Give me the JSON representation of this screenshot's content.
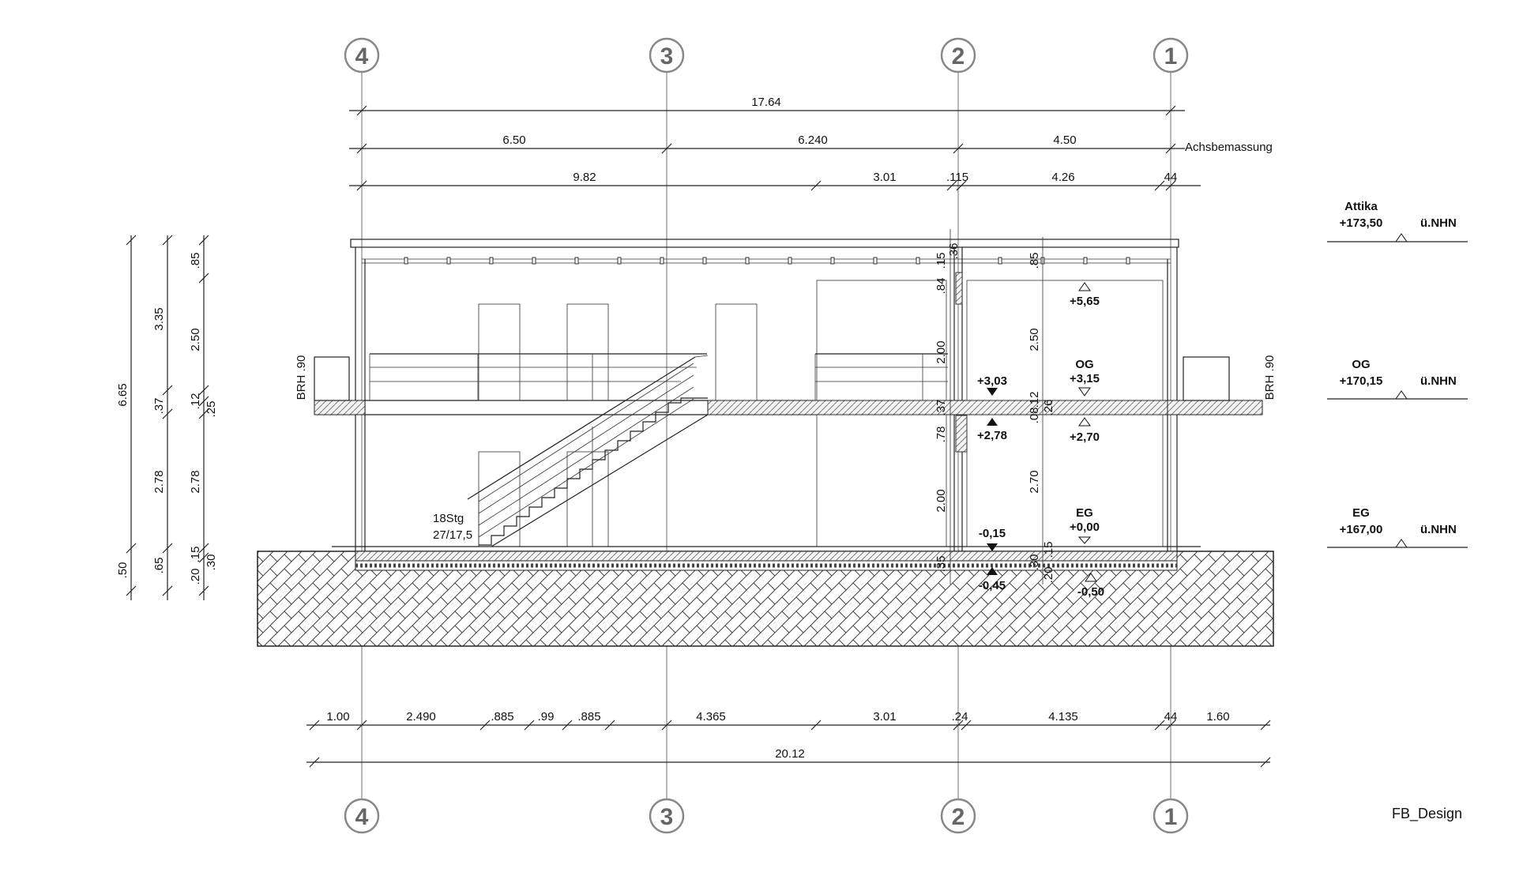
{
  "axes": [
    "4",
    "3",
    "2",
    "1"
  ],
  "top_dims": {
    "overall": "17.64",
    "axis_row": [
      "6.50",
      "6.240",
      "4.50"
    ],
    "axis_label": "Achsbemassung",
    "detail_row": [
      "9.82",
      "3.01",
      ".115",
      "4.26",
      "44"
    ]
  },
  "bottom_dims": {
    "detail_row": [
      "1.00",
      "2.490",
      ".885",
      ".99",
      ".885",
      "4.365",
      "3.01",
      ".24",
      "4.135",
      "44",
      "1.60"
    ],
    "overall": "20.12"
  },
  "left_dims": {
    "total": [
      "6.65",
      ".50"
    ],
    "mid": [
      "3.35",
      ".37",
      "2.78",
      ".65"
    ],
    "inner": [
      ".85",
      "2.50",
      ".12",
      ".25",
      "2.78",
      ".20",
      ".15",
      ".30"
    ],
    "brh": "BRH .90"
  },
  "right_brh": "BRH .90",
  "interior_dims": {
    "left_of_wall": [
      ".36",
      ".15",
      ".84",
      "2.00",
      ".37",
      ".78",
      "2.00",
      ".35"
    ],
    "right_of_wall": [
      ".85",
      "2.50",
      ".12",
      ".08",
      ".26",
      "2.70",
      ".30",
      ".15",
      ".20"
    ]
  },
  "spot_levels": [
    "+5,65",
    "+3,03",
    "+3,15",
    "+2,78",
    "+2,70",
    "-0,15",
    "+0,00",
    "-0,45",
    "-0,50"
  ],
  "floor_names": [
    "OG",
    "EG"
  ],
  "stair": {
    "count": "18Stg",
    "ratio": "27/17,5"
  },
  "levels": [
    {
      "name": "Attika",
      "value": "+173,50",
      "ref": "ü.NHN"
    },
    {
      "name": "OG",
      "value": "+170,15",
      "ref": "ü.NHN"
    },
    {
      "name": "EG",
      "value": "+167,00",
      "ref": "ü.NHN"
    }
  ],
  "credit": "FB_Design"
}
